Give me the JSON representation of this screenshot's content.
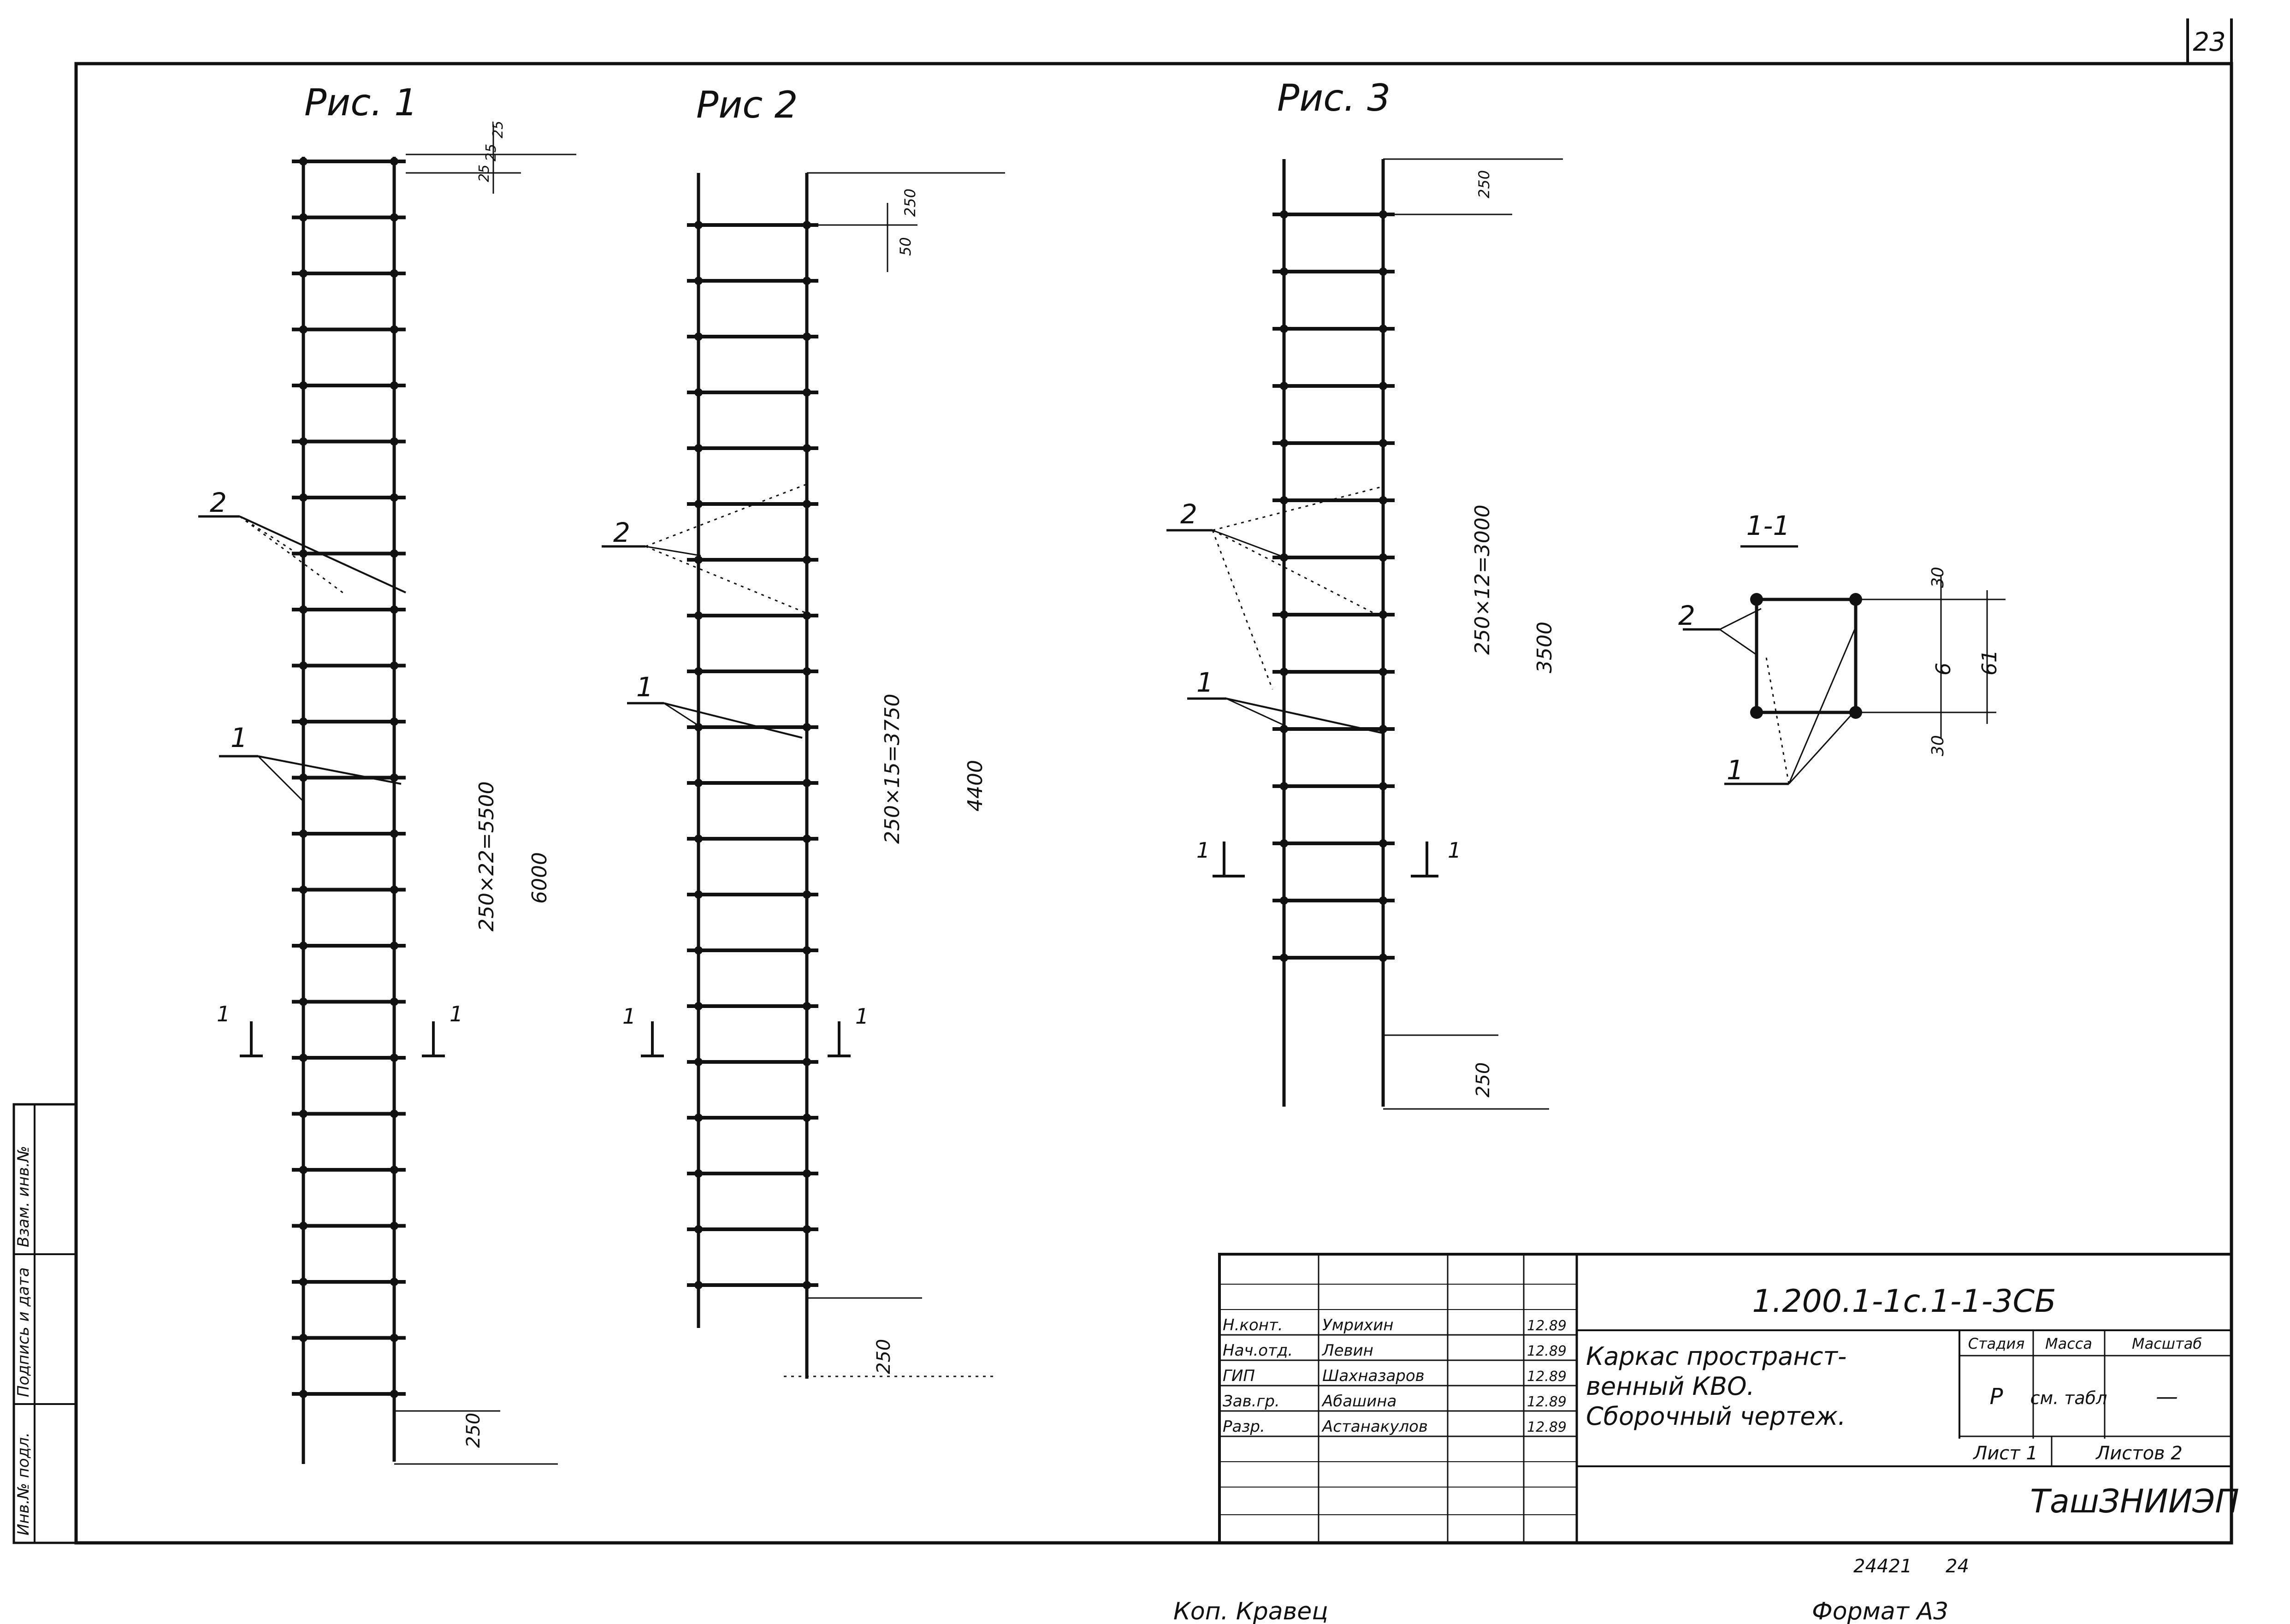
{
  "sheet_number": "23",
  "figures": {
    "fig1": {
      "title": "Рис. 1",
      "dim_total": "250×22=5500",
      "dim_overall": "6000",
      "dim_end": "250",
      "dim_top_a": "25",
      "dim_top_b": "25",
      "dim_top_c": "25"
    },
    "fig2": {
      "title": "Рис 2",
      "dim_total": "250×15=3750",
      "dim_overall": "4400",
      "dim_end": "250",
      "dim_top_a": "250",
      "dim_top_b": "50"
    },
    "fig3": {
      "title": "Рис. 3",
      "dim_total": "250×12=3000",
      "dim_overall": "3500",
      "dim_end": "250",
      "dim_top_a": "250"
    }
  },
  "callouts": {
    "rod2": "2",
    "rod1": "1"
  },
  "section_marks": {
    "left": "1",
    "right": "1"
  },
  "section": {
    "title": "1-1",
    "dim_top": "30",
    "dim_mid": "6",
    "dim_bottom": "30",
    "dim_total": "61"
  },
  "title_block": {
    "doc_code": "1.200.1-1с.1-1-3СБ",
    "title_lines": [
      "Каркас пространст-",
      "венный КВО.",
      "Сборочный чертеж."
    ],
    "stage_label": "Стадия",
    "mass_label": "Масса",
    "scale_label": "Масштаб",
    "stage_value": "Р",
    "mass_value": "см. табл",
    "scale_value": "—",
    "sheet_label": "Лист 1",
    "sheets_label": "Листов 2",
    "org": "ТашЗНИИЭП",
    "roles": [
      {
        "role": "Н.конт.",
        "name": "Умрихин",
        "date": "12.89"
      },
      {
        "role": "Нач.отд.",
        "name": "Левин",
        "date": "12.89"
      },
      {
        "role": "ГИП",
        "name": "Шахназаров",
        "date": "12.89"
      },
      {
        "role": "Зав.гр.",
        "name": "Абашина",
        "date": "12.89"
      },
      {
        "role": "Разр.",
        "name": "Астанакулов",
        "date": "12.89"
      }
    ]
  },
  "side_stamp": [
    "Инв.№ подл.",
    "Подпись и дата",
    "Взам. инв.№"
  ],
  "footer": {
    "order_no": "24421",
    "page_no": "24",
    "copied_by": "Коп. Кравец",
    "format": "Формат А3"
  }
}
